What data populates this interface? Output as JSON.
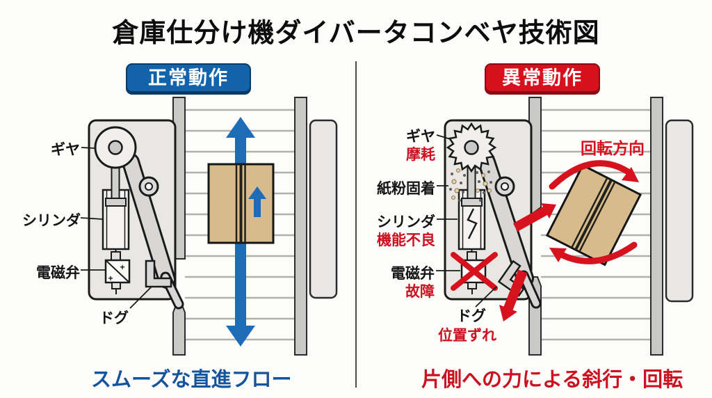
{
  "title": "倉庫仕分け機ダイバータコンベヤ技術図",
  "left_panel": {
    "header": "正常動作",
    "labels": {
      "gear": "ギヤ",
      "cylinder": "シリンダ",
      "solenoid_valve": "電磁弁",
      "dog": "ドグ"
    },
    "solenoid_plus": "+",
    "caption": "スムーズな直進フロー"
  },
  "right_panel": {
    "header": "異常動作",
    "labels": {
      "gear": "ギヤ",
      "gear_fault": "摩耗",
      "paper_dust": "紙粉固着",
      "cylinder": "シリンダ",
      "cylinder_fault": "機能不良",
      "solenoid_valve": "電磁弁",
      "solenoid_fault": "故障",
      "dog": "ドグ",
      "dog_fault": "位置ずれ",
      "rotation_direction": "回転方向"
    },
    "caption": "片側への力による斜行・回転"
  },
  "colors": {
    "normal_blue": "#1263a9",
    "arrow_blue": "#1e6cb8",
    "alert_red": "#d6121e",
    "text_red": "#cc1020",
    "box_tan": "#d7bb8d",
    "machine_gray": "#e8e7e4",
    "rail_gray": "#c9c9c7"
  }
}
